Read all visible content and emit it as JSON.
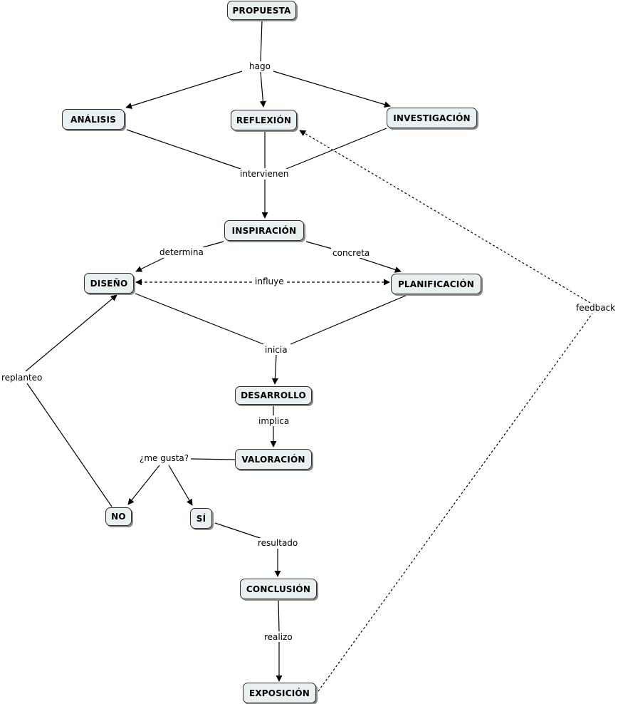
{
  "nodes": {
    "propuesta": "PROPUESTA",
    "analisis": "ANÁLISIS",
    "reflexion": "REFLEXIÓN",
    "investigacion": "INVESTIGACIÓN",
    "inspiracion": "INSPIRACIÓN",
    "diseno": "DISEÑO",
    "planificacion": "PLANIFICACIÓN",
    "desarrollo": "DESARROLLO",
    "valoracion": "VALORACIÓN",
    "no": "NO",
    "si": "SÍ",
    "conclusion": "CONCLUSIÓN",
    "exposicion": "EXPOSICIÓN"
  },
  "links": {
    "hago": "hago",
    "intervienen": "intervienen",
    "determina": "determina",
    "concreta": "concreta",
    "influye": "influye",
    "inicia": "inicia",
    "implica": "implica",
    "me_gusta": "¿me gusta?",
    "replanteo": "replanteo",
    "resultado": "resultado",
    "realizo": "realizo",
    "feedback": "feedback"
  }
}
